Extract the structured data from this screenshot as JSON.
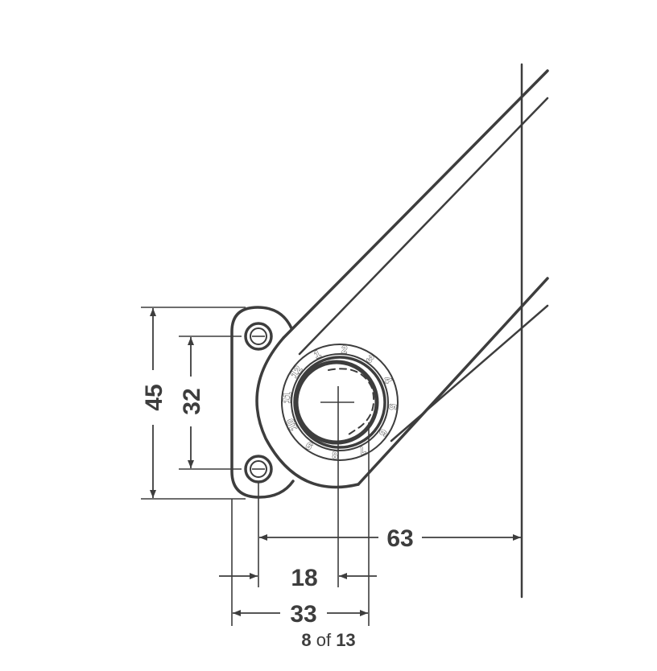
{
  "drawing": {
    "dimensions": {
      "height_outer": "45",
      "height_inner": "32",
      "offset_right": "63",
      "offset_center": "18",
      "width_plate": "33"
    },
    "dial_numbers": [
      "1",
      "2",
      "3",
      "4",
      "5",
      "6",
      "7",
      "8",
      "9",
      "10",
      "11",
      "12"
    ],
    "line_color": "#3d3d3d"
  },
  "pager": {
    "current": "8",
    "separator": "of",
    "total": "13"
  }
}
